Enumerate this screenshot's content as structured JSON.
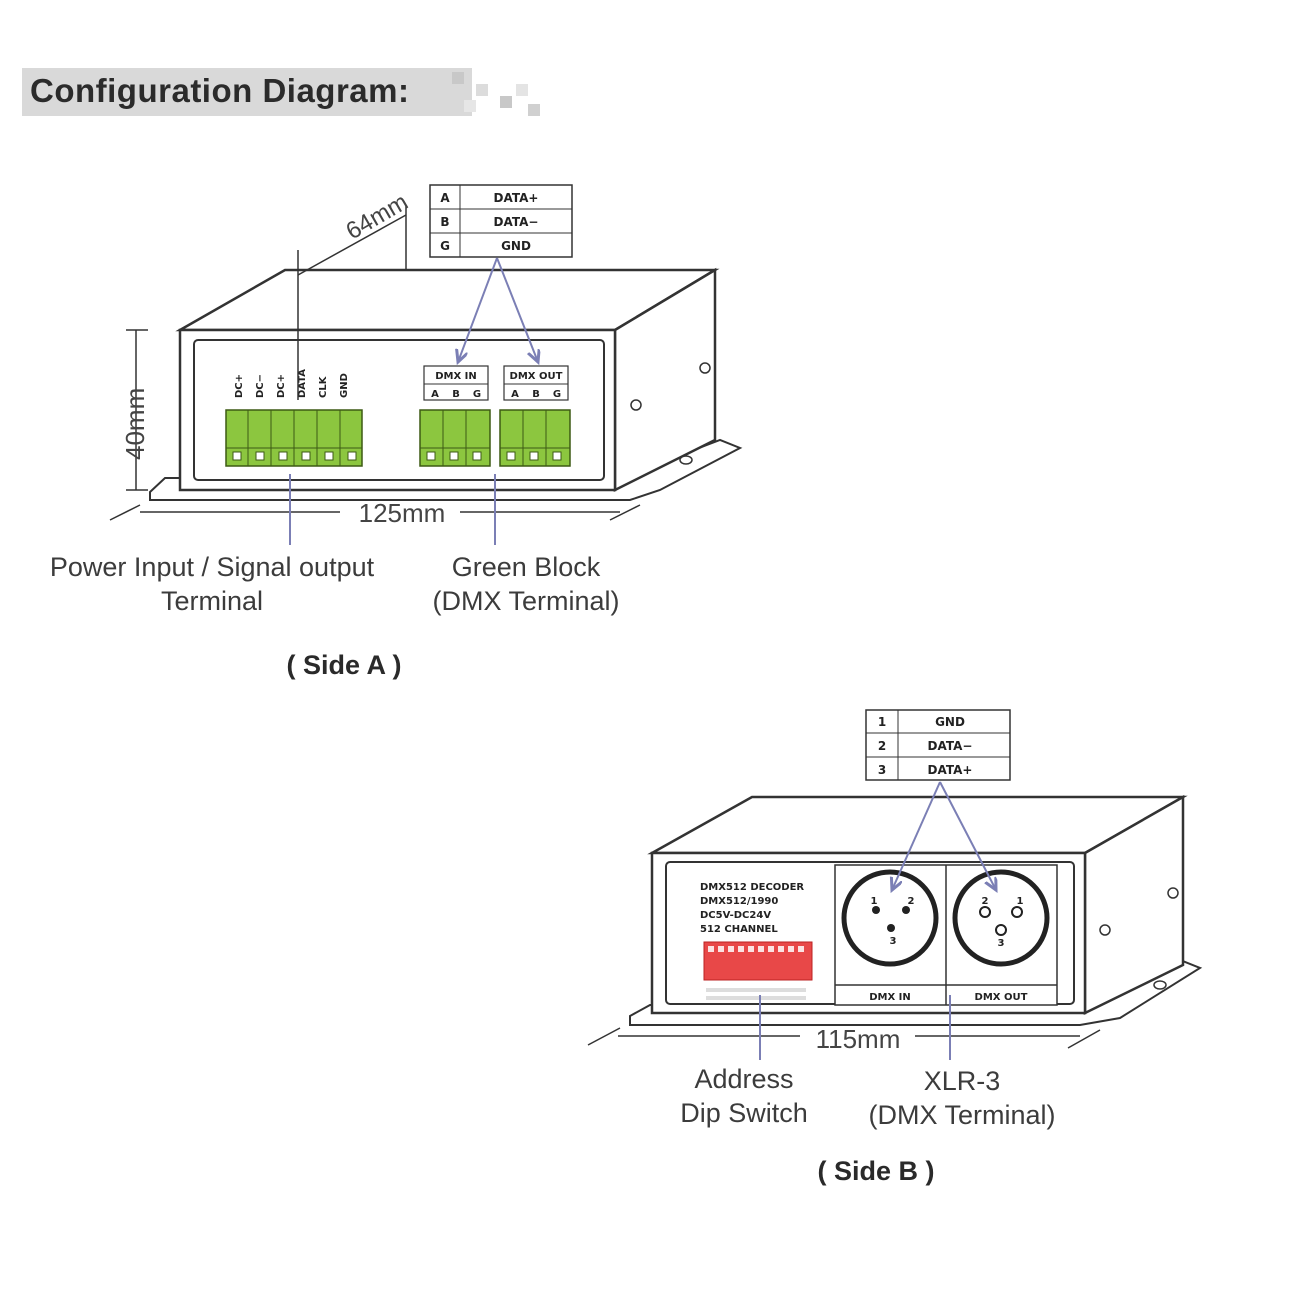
{
  "header": {
    "title": "Configuration Diagram:"
  },
  "side_a": {
    "table": [
      {
        "key": "A",
        "value": "DATA+"
      },
      {
        "key": "B",
        "value": "DATA−"
      },
      {
        "key": "G",
        "value": "GND"
      }
    ],
    "dim_depth": "64mm",
    "dim_height": "40mm",
    "dim_width": "125mm",
    "terminal_labels": [
      "DC+",
      "DC−",
      "DC+",
      "DATA",
      "CLK",
      "GND"
    ],
    "dmx_in_label": "DMX IN",
    "dmx_out_label": "DMX OUT",
    "abg": [
      "A",
      "B",
      "G"
    ],
    "caption_power_1": "Power Input / Signal output",
    "caption_power_2": "Terminal",
    "caption_green_1": "Green Block",
    "caption_green_2": "(DMX Terminal)",
    "side_label": "( Side A )"
  },
  "side_b": {
    "table": [
      {
        "key": "1",
        "value": "GND"
      },
      {
        "key": "2",
        "value": "DATA−"
      },
      {
        "key": "3",
        "value": "DATA+"
      }
    ],
    "device_text": [
      "DMX512 DECODER",
      "DMX512/1990",
      "DC5V-DC24V",
      "512 CHANNEL"
    ],
    "dmx_in_label": "DMX  IN",
    "dmx_out_label": "DMX  OUT",
    "pin_in": [
      "1",
      "2",
      "3"
    ],
    "pin_out": [
      "2",
      "1",
      "3"
    ],
    "dim_width": "115mm",
    "caption_addr_1": "Address",
    "caption_addr_2": "Dip Switch",
    "caption_xlr_1": "XLR-3",
    "caption_xlr_2": "(DMX Terminal)",
    "side_label": "( Side B )"
  },
  "colors": {
    "arrow": "#7b7fb5",
    "terminal_green": "#8cc63f",
    "dip_red": "#e84848"
  }
}
